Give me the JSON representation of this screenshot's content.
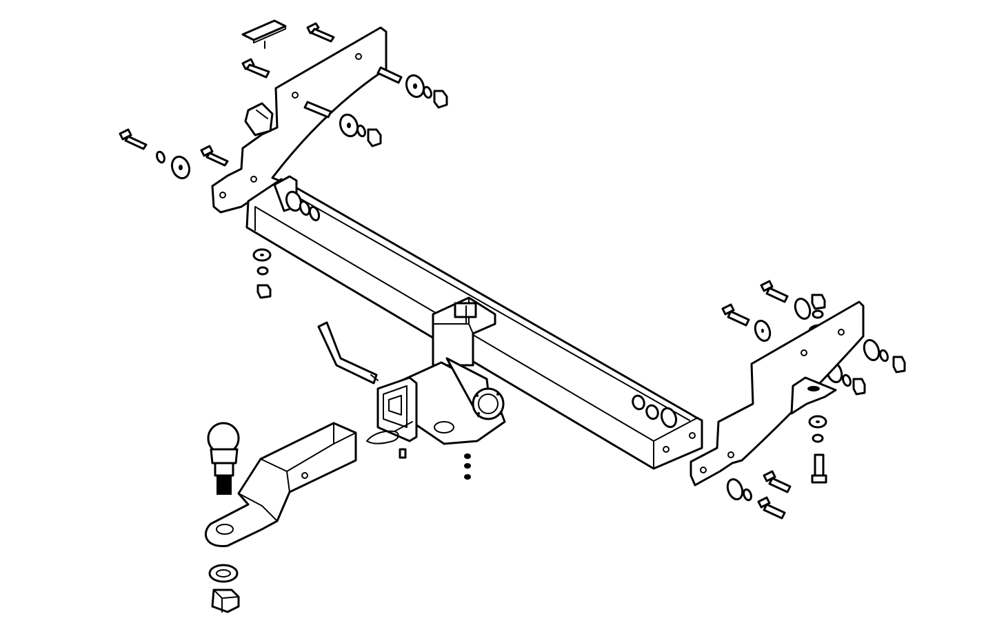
{
  "diagram": {
    "type": "exploded-assembly-line-drawing",
    "subject": "tow hitch kit",
    "colors": {
      "line": "#000000",
      "fill": "#ffffff",
      "background": "#ffffff"
    },
    "parts": [
      "left-mounting-bracket",
      "right-mounting-bracket",
      "main-crossbar",
      "receiver-tube",
      "socket-mounting-plate",
      "ball-mount-drawbar",
      "tow-ball",
      "ball-washer",
      "ball-nut",
      "hitch-pin",
      "hitch-clip",
      "bolts",
      "washers",
      "spring-washers",
      "nuts",
      "spacer-plate"
    ]
  }
}
